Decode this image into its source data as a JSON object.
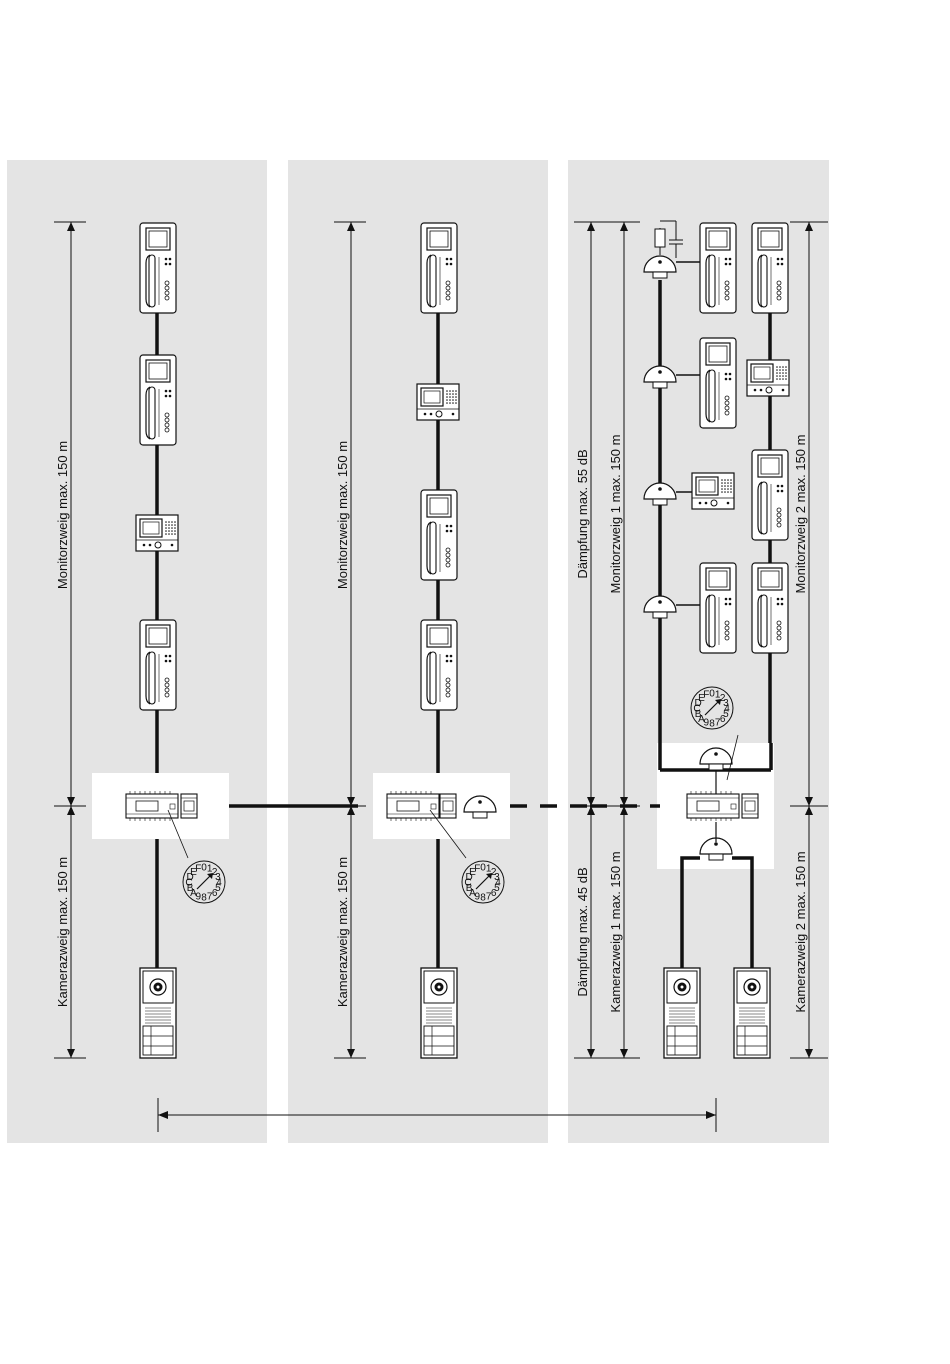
{
  "panels": [
    {
      "labels": {
        "monitor": "Monitorzweig max. 150 m",
        "camera": "Kamerazweig max. 150 m"
      }
    },
    {
      "labels": {
        "monitor": "Monitorzweig max. 150 m",
        "camera": "Kamerazweig max. 150 m"
      }
    },
    {
      "labels": {
        "monitor_attenuation": "Dämpfung max. 55 dB",
        "monitor1": "Monitorzweig 1 max. 150 m",
        "monitor2": "Monitorzweig 2 max. 150 m",
        "camera_attenuation": "Dämpfung max. 45 dB",
        "camera1": "Kamerazweig 1 max. 150 m",
        "camera2": "Kamerazweig 2 max. 150 m"
      }
    }
  ],
  "dial_characters": [
    "0",
    "1",
    "2",
    "3",
    "4",
    "5",
    "6",
    "7",
    "8",
    "9",
    "A",
    "B",
    "C",
    "D",
    "E",
    "F"
  ],
  "colors": {
    "panel_bg": "#e4e4e4",
    "ink": "#111111",
    "device": "#ffffff"
  }
}
